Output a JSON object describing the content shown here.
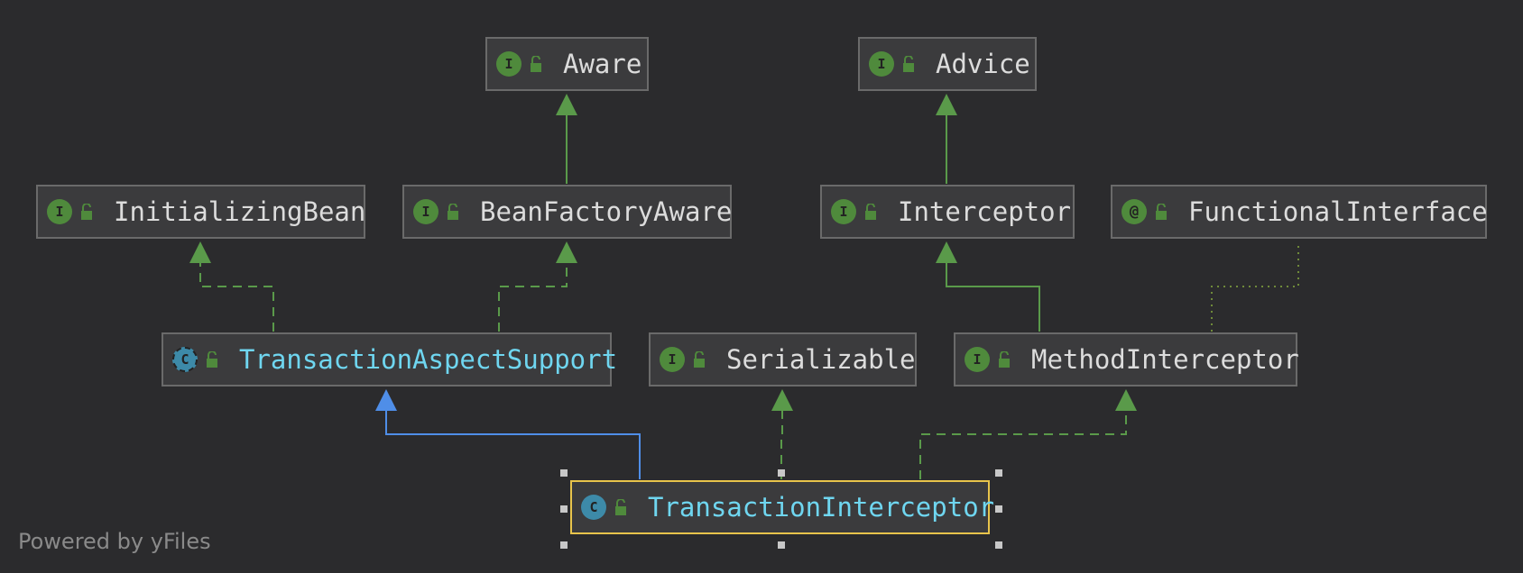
{
  "diagram": {
    "nodes": {
      "aware": {
        "label": "Aware",
        "kind": "I"
      },
      "advice": {
        "label": "Advice",
        "kind": "I"
      },
      "initializing_bean": {
        "label": "InitializingBean",
        "kind": "I"
      },
      "bean_factory_aware": {
        "label": "BeanFactoryAware",
        "kind": "I"
      },
      "interceptor": {
        "label": "Interceptor",
        "kind": "I"
      },
      "functional_interface": {
        "label": "FunctionalInterface",
        "kind": "@"
      },
      "transaction_aspect_support": {
        "label": "TransactionAspectSupport",
        "kind": "C"
      },
      "serializable": {
        "label": "Serializable",
        "kind": "I"
      },
      "method_interceptor": {
        "label": "MethodInterceptor",
        "kind": "I"
      },
      "transaction_interceptor": {
        "label": "TransactionInterceptor",
        "kind": "C"
      }
    },
    "colors": {
      "background": "#2b2b2d",
      "interface_arrow": "#4f8a3c",
      "extends_arrow": "#4f8ee8",
      "selection": "#e8c44b",
      "class_text": "#6fd6f0",
      "interface_badge": "#4f8a3c",
      "class_badge": "#3d8aa8"
    }
  },
  "footer": {
    "text": "Powered by yFiles"
  }
}
